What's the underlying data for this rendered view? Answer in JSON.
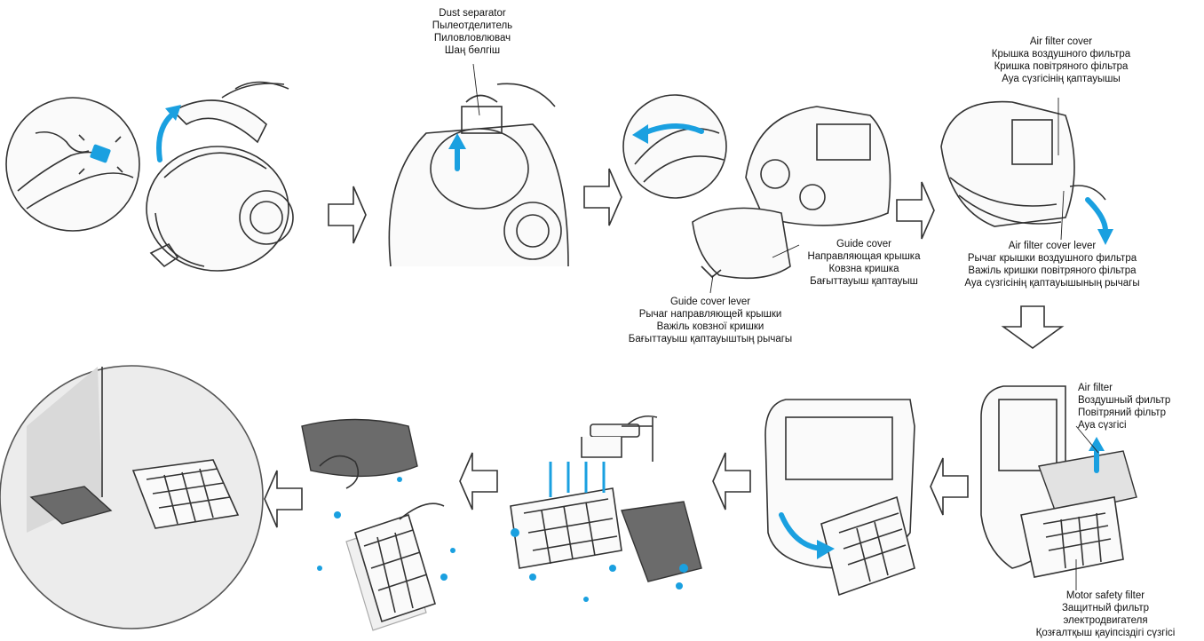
{
  "labels": {
    "dust_separator": [
      "Dust separator",
      "Пылеотделитель",
      "Пиловловлювач",
      "Шаң бөлгіш"
    ],
    "air_filter_cover": [
      "Air filter cover",
      "Крышка воздушного фильтра",
      "Кришка повітряного фільтра",
      "Ауа сүзгісінің қаптауышы"
    ],
    "guide_cover": [
      "Guide cover",
      "Направляющая крышка",
      "Ковзна кришка",
      "Бағыттауыш қаптауыш"
    ],
    "guide_cover_lever": [
      "Guide  cover lever",
      "Рычаг направляющей крышки",
      "Важіль ковзної кришки",
      "Бағыттауыш қаптауыштың рычагы"
    ],
    "air_filter_cover_lever": [
      "Air filter cover lever",
      "Рычаг крышки воздушного фильтра",
      "Важіль кришки повітряного фільтра",
      "Ауа сүзгісінің қаптауышының рычагы"
    ],
    "air_filter": [
      "Air filter",
      "Воздушный фильтр",
      "Повітряний фільтр",
      "Ауа сүзгісі"
    ],
    "motor_safety_filter": [
      "Motor safety filter",
      "Защитный фильтр",
      "электродвигателя",
      "Қозғалтқыш қауіпсіздігі сүзгісі"
    ]
  },
  "colors": {
    "accent_blue": "#1aa0e0",
    "filter_grey": "#6b6b6b",
    "line": "#333333"
  },
  "arrows": [
    "arrow-right",
    "arrow-right",
    "arrow-right",
    "arrow-down",
    "arrow-left",
    "arrow-left",
    "arrow-left",
    "arrow-left"
  ]
}
